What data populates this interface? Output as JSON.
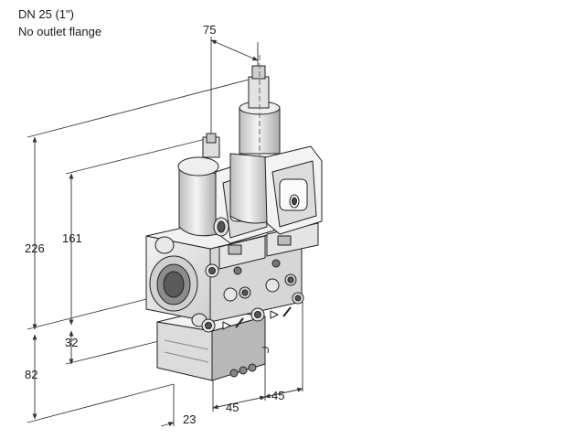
{
  "header": {
    "size_label": "DN 25 (1\")",
    "note": "No outlet flange"
  },
  "dimensions": {
    "top_width": "75",
    "total_height": "226",
    "valve_height": "161",
    "bottom_height": "82",
    "base_offset": "32",
    "front_offset": "23",
    "width_left": "45",
    "width_right": "45"
  },
  "colors": {
    "line": "#222222",
    "body_light": "#efefef",
    "body_mid": "#d4d4d4",
    "body_dark": "#9e9e9e",
    "dim_line": "#333333"
  }
}
